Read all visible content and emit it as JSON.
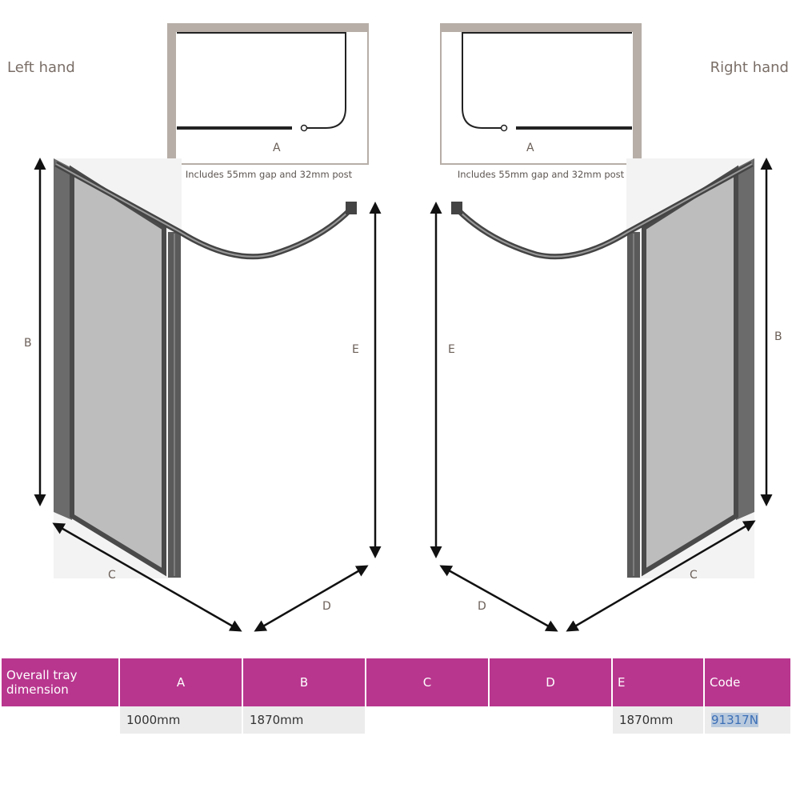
{
  "labels": {
    "left_hand": "Left hand",
    "right_hand": "Right hand",
    "caption": "Includes 55mm gap and 32mm post"
  },
  "dimension_letters": {
    "a": "A",
    "b": "B",
    "c": "C",
    "d": "D",
    "e": "E"
  },
  "table": {
    "headers": [
      "Overall tray dimension",
      "A",
      "B",
      "C",
      "D",
      "E",
      "Code"
    ],
    "row": [
      "",
      "1000mm",
      "1870mm",
      "",
      "",
      "1870mm",
      "91317N"
    ]
  },
  "colors": {
    "header_bg": "#b8368e",
    "frame": "#4a4a4a",
    "glass": "#bdbdbd",
    "wall": "#b7aea7"
  }
}
